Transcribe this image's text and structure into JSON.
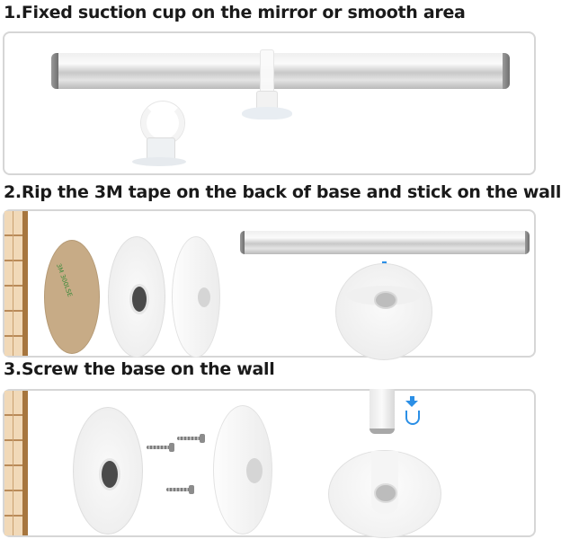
{
  "steps": [
    {
      "label": "1.Fixed suction cup on the mirror or smooth area"
    },
    {
      "label": "2.Rip the 3M tape on the back of base and stick on the wall"
    },
    {
      "label": "3.Screw the base on the wall"
    }
  ],
  "tape_text": "3M 300LSE",
  "colors": {
    "accent_arrow": "#2b8fe6",
    "panel_border": "#d6d6d6",
    "tape": "#c7ab86",
    "tape_text": "#3a8a3a"
  },
  "icons": [
    "down-arrow-icon",
    "magnet-icon"
  ]
}
